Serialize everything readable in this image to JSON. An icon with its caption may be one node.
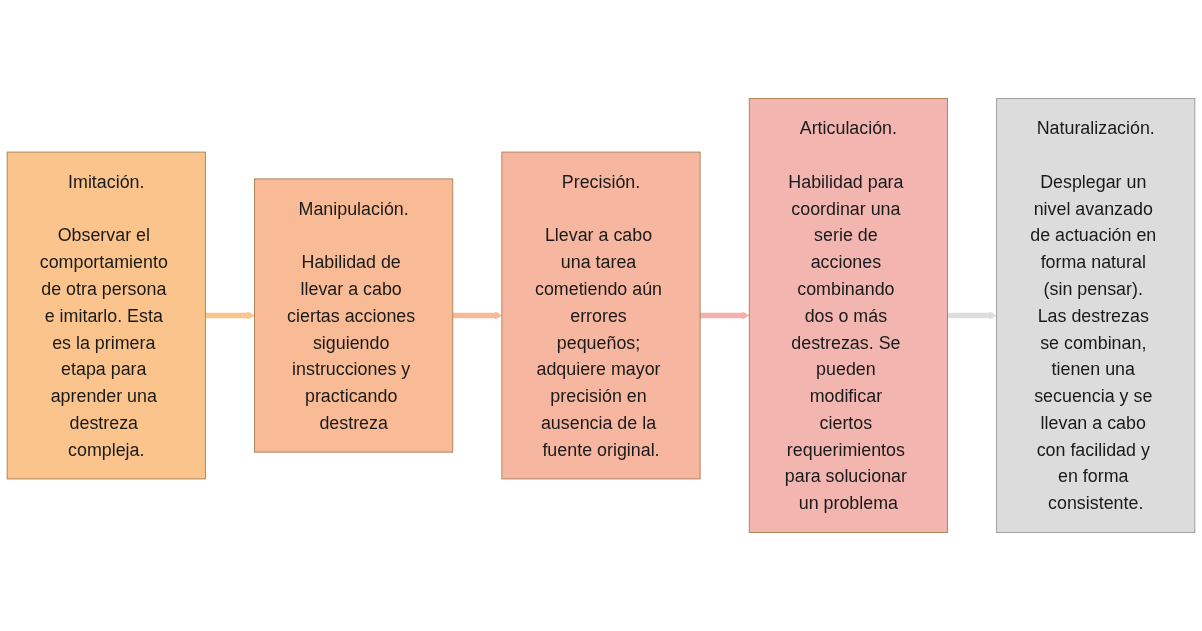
{
  "diagram": {
    "nodes": [
      {
        "text": [
          "Imitación.",
          "Observar el comportamiento de otra persona e imitarlo. Esta es la primera etapa para aprender una destreza compleja."
        ]
      },
      {
        "text": [
          "Manipulación.",
          "Habilidad de llevar a cabo ciertas acciones siguiendo instrucciones y practicando destreza"
        ]
      },
      {
        "text": [
          "Precisión.",
          "Llevar a cabo una tarea cometiendo aún errores pequeños; adquiere mayor precisión en ausencia de la fuente original."
        ]
      },
      {
        "text": [
          "Articulación.",
          "Habilidad para coordinar una serie de acciones combinando dos o más destrezas. Se pueden modificar ciertos requerimientos para solucionar un problema"
        ]
      },
      {
        "text": [
          "Naturalización.",
          "Desplegar un nivel avanzado de actuación en forma natural (sin pensar). Las destrezas se combinan, tienen una secuencia y se llevan a cabo con facilidad y en forma consistente."
        ]
      }
    ],
    "edges": [
      {
        "from": 0,
        "to": 1,
        "arrow": "to",
        "color": "#fbc68e"
      },
      {
        "from": 1,
        "to": 2,
        "arrow": "to",
        "color": "#f8b99a"
      },
      {
        "from": 2,
        "to": 3,
        "arrow": "to",
        "color": "#f4b0ac"
      },
      {
        "from": 3,
        "to": 4,
        "arrow": "to",
        "color": "#dedede"
      }
    ]
  }
}
